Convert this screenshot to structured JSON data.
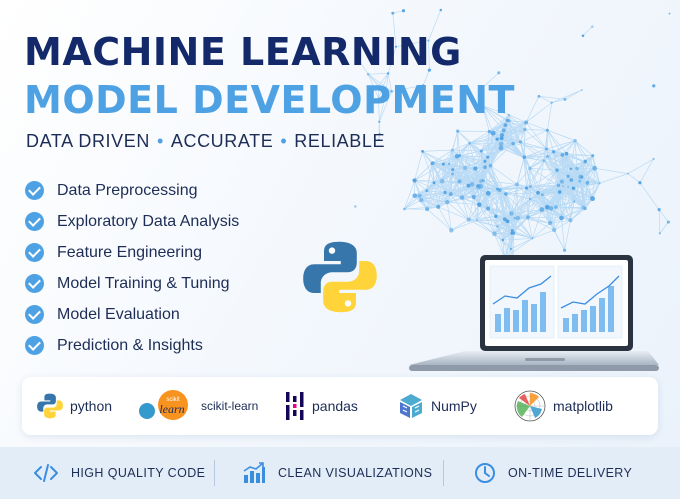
{
  "headline": {
    "line1": "MACHINE LEARNING",
    "line2": "MODEL DEVELOPMENT"
  },
  "tagline": {
    "items": [
      "DATA DRIVEN",
      "ACCURATE",
      "RELIABLE"
    ],
    "separator": "•"
  },
  "features": [
    "Data Preprocessing",
    "Exploratory Data Analysis",
    "Feature Engineering",
    "Model Training & Tuning",
    "Model Evaluation",
    "Prediction & Insights"
  ],
  "libraries": [
    {
      "name": "python",
      "icon": "python-icon"
    },
    {
      "name": "scikit-learn",
      "icon": "scikit-learn-icon",
      "logo_text_top": "scikit",
      "logo_text_bottom": "learn"
    },
    {
      "name": "pandas",
      "icon": "pandas-icon"
    },
    {
      "name": "NumPy",
      "icon": "numpy-icon"
    },
    {
      "name": "matplotlib",
      "icon": "matplotlib-icon"
    }
  ],
  "footer": [
    {
      "label": "HIGH QUALITY CODE",
      "icon": "code-icon"
    },
    {
      "label": "CLEAN VISUALIZATIONS",
      "icon": "chart-icon"
    },
    {
      "label": "ON-TIME DELIVERY",
      "icon": "clock-icon"
    }
  ],
  "colors": {
    "navy": "#13296a",
    "accent_blue": "#4ea1e3",
    "python_blue": "#3776ab",
    "python_yellow": "#ffd43b",
    "sklearn_orange": "#f7931e",
    "pandas_purple": "#150458",
    "pandas_pink": "#e70488"
  }
}
